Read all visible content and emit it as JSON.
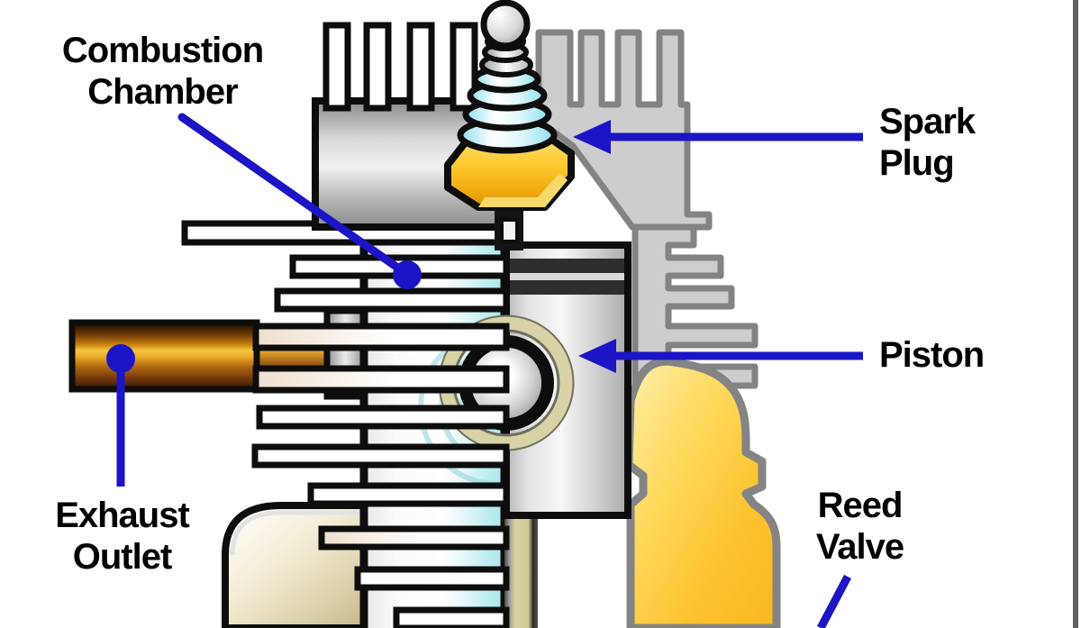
{
  "labels": {
    "combustion_chamber": {
      "line1": "Combustion",
      "line2": "Chamber"
    },
    "spark_plug": {
      "line1": "Spark",
      "line2": "Plug"
    },
    "piston": {
      "line1": "Piston"
    },
    "exhaust_outlet": {
      "line1": "Exhaust",
      "line2": "Outlet"
    },
    "reed_valve": {
      "line1": "Reed",
      "line2": "Valve"
    }
  },
  "colors": {
    "annotation_blue": "#1b15c6",
    "label_text": "#000000",
    "outline_black": "#0d0d0d",
    "rear_metal_fill": "#cdcdcd",
    "rear_metal_outline": "#838383",
    "spark_plug_nut_gold": "#ffc82e",
    "insulator_cyan": "#c9f2f7",
    "exhaust_pipe_copper": "#cf8a10",
    "transfer_port_yellow": "#fdc22f",
    "cylinder_bore_cyan": "#a5e6ec",
    "crankcase_beige": "#d9cfa6",
    "wrist_pin_khaki": "#d8d3a6",
    "background": "#ffffff"
  }
}
